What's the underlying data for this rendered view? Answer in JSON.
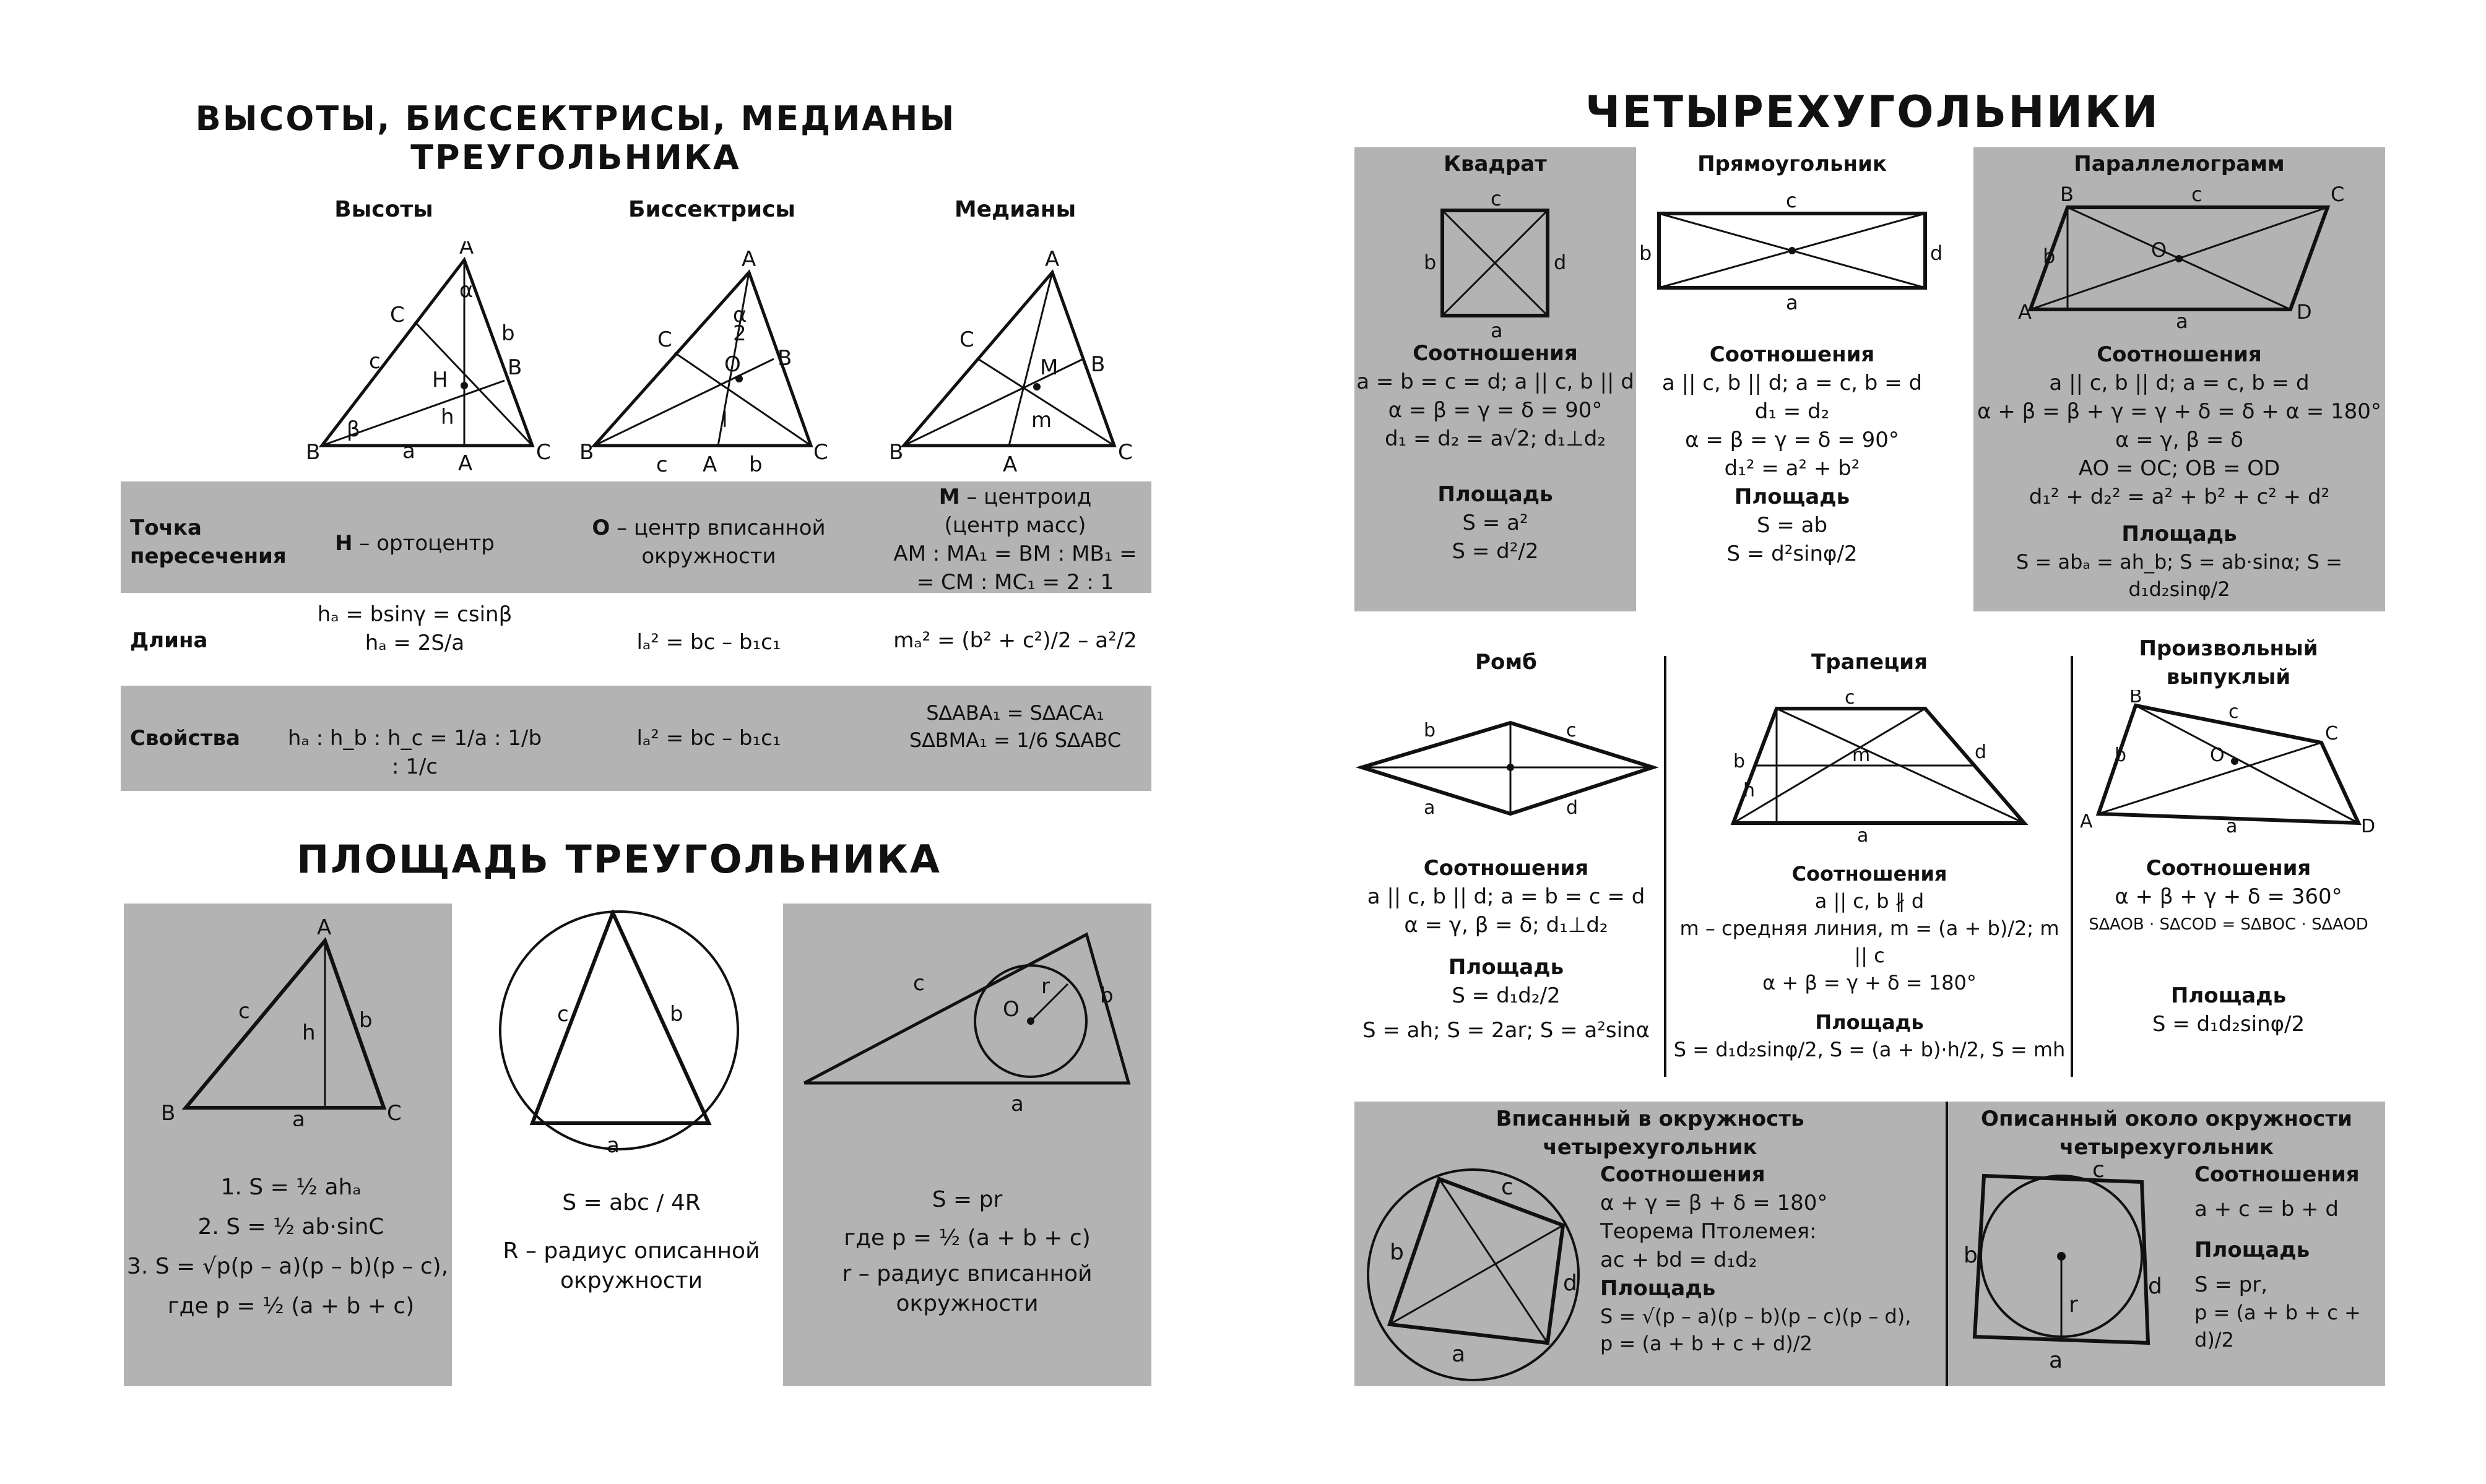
{
  "left": {
    "title1": "ВЫСОТЫ, БИССЕКТРИСЫ, МЕДИАНЫ ТРЕУГОЛЬНИКА",
    "col_heads": [
      "Высоты",
      "Биссектрисы",
      "Медианы"
    ],
    "rows": {
      "intersection": {
        "label": "Точка пересечения",
        "c1_bold": "H",
        "c1": " – ортоцентр",
        "c2_bold": "O",
        "c2": " – центр вписанной окружности",
        "c3_bold": "M",
        "c3a": " – центроид",
        "c3b": "(центр масс)",
        "c3c": "AM : MA₁ = BM : MB₁ =",
        "c3d": "= CM : MC₁ = 2 : 1"
      },
      "length": {
        "label": "Длина",
        "c1a": "hₐ = bsinγ = csinβ",
        "c1b": "hₐ = 2S/a",
        "c2": "lₐ² = bc – b₁c₁",
        "c3": "mₐ² = (b² + c²)/2 – a²/2"
      },
      "props": {
        "label": "Свойства",
        "c1": "hₐ : h_b : h_c = 1/a : 1/b : 1/c",
        "c2": "lₐ² = bc – b₁c₁",
        "c3a": "S∆ABA₁ = S∆ACA₁",
        "c3b": "S∆BMA₁ = 1/6 S∆ABC"
      }
    },
    "title2": "ПЛОЩАДЬ ТРЕУГОЛЬНИКА",
    "area": {
      "f1": "1. S = ½ ahₐ",
      "f2": "2. S = ½ ab·sinC",
      "f3": "3. S = √p(p – a)(p – b)(p – c),",
      "f4": "где p = ½ (a + b + c)",
      "g1": "S = abc / 4R",
      "g2": "R – радиус описанной",
      "g3": "окружности",
      "h1": "S = pr",
      "h2": "где p = ½ (a + b + c)",
      "h3": "r – радиус вписанной",
      "h4": "окружности"
    }
  },
  "right": {
    "title": "ЧЕТЫРЕХУГОЛЬНИКИ",
    "square": {
      "name": "Квадрат",
      "rel": "Соотношения",
      "r1": "a = b = c = d; a || c, b || d",
      "r2": "α = β = γ = δ = 90°",
      "r3": "d₁ = d₂ = a√2; d₁⊥d₂",
      "area": "Площадь",
      "a1": "S = a²",
      "a2": "S = d²/2"
    },
    "rect": {
      "name": "Прямоугольник",
      "rel": "Соотношения",
      "r1": "a || c, b || d; a = c, b = d",
      "r2": "d₁ = d₂",
      "r3": "α = β = γ = δ = 90°",
      "r4": "d₁² = a² + b²",
      "area": "Площадь",
      "a1": "S = ab",
      "a2": "S = d²sinφ/2"
    },
    "para": {
      "name": "Параллелограмм",
      "rel": "Соотношения",
      "r1": "a || c, b || d; a = c, b = d",
      "r2": "α + β = β + γ = γ + δ = δ + α = 180°",
      "r3": "α = γ, β = δ",
      "r4": "AO = OC; OB = OD",
      "r5": "d₁² + d₂² = a² + b² + c² + d²",
      "area": "Площадь",
      "a1": "S = abₐ = ah_b; S = ab·sinα; S = d₁d₂sinφ/2"
    },
    "rhomb": {
      "name": "Ромб",
      "rel": "Соотношения",
      "r1": "a || c, b || d; a = b = c = d",
      "r2": "α = γ, β = δ; d₁⊥d₂",
      "area": "Площадь",
      "a1": "S = d₁d₂/2",
      "a2": "S = ah; S = 2ar; S = a²sinα"
    },
    "trap": {
      "name": "Трапеция",
      "rel": "Соотношения",
      "r1": "a || c, b ∦ d",
      "r2": "m – средняя линия, m = (a + b)/2; m || c",
      "r3": "α + β = γ + δ = 180°",
      "area": "Площадь",
      "a1": "S = d₁d₂sinφ/2, S = (a + b)·h/2, S = mh"
    },
    "conv": {
      "name1": "Произвольный",
      "name2": "выпуклый",
      "rel": "Соотношения",
      "r1": "α + β + γ + δ = 360°",
      "r2": "S∆AOB · S∆COD = S∆BOC · S∆AOD",
      "area": "Площадь",
      "a1": "S = d₁d₂sinφ/2"
    },
    "inscribed": {
      "name1": "Вписанный в окружность",
      "name2": "четырехугольник",
      "rel": "Соотношения",
      "r1": "α + γ = β + δ = 180°",
      "r2": "Теорема Птолемея:",
      "r3": "ac + bd = d₁d₂",
      "area": "Площадь",
      "a1": "S = √(p – a)(p – b)(p – c)(p – d),",
      "a2": "p = (a + b + c + d)/2"
    },
    "circum": {
      "name1": "Описанный около окружности",
      "name2": "четырехугольник",
      "rel": "Соотношения",
      "r1": "a + c = b + d",
      "area": "Площадь",
      "a1": "S = pr,",
      "a2": "p = (a + b + c + d)/2"
    }
  }
}
